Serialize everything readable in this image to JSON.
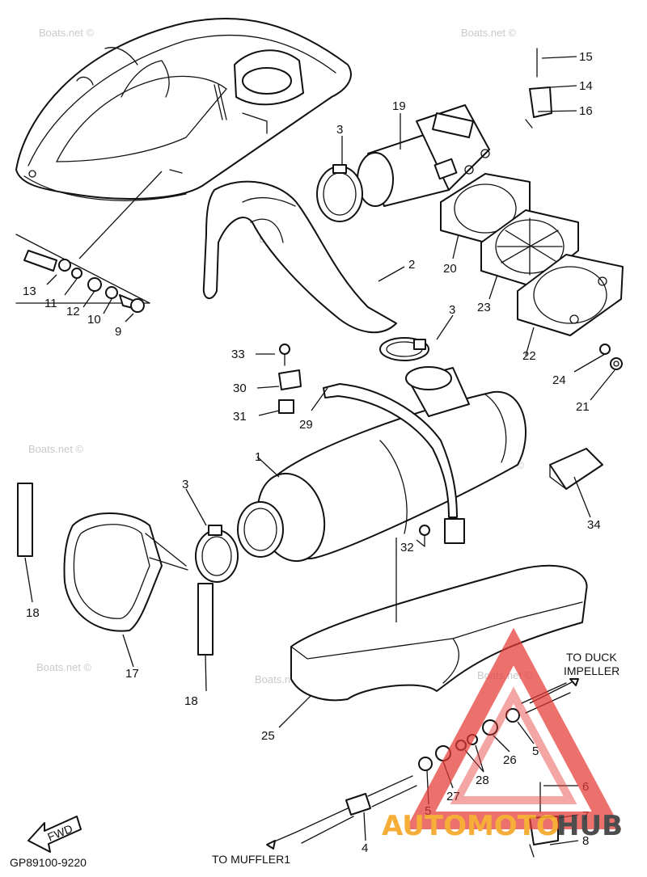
{
  "diagram_code": "GP89100-9220",
  "watermark_text": "Boats.net ©",
  "fwd_label": "FWD",
  "notes": {
    "to_duck_line1": "TO DUCK",
    "to_duck_line2": "IMPELLER",
    "to_muffler": "TO MUFFLER1"
  },
  "logo": {
    "text_a": "AUTOMOTO",
    "text_b": "HUB",
    "color_red": "#e53935",
    "color_orange": "#f5a623",
    "color_dark": "#3a3a3a"
  },
  "callouts": [
    "1",
    "2",
    "3",
    "3",
    "3",
    "4",
    "5",
    "5",
    "6",
    "7",
    "8",
    "9",
    "10",
    "11",
    "12",
    "13",
    "14",
    "15",
    "16",
    "17",
    "18",
    "18",
    "19",
    "20",
    "21",
    "22",
    "23",
    "24",
    "25",
    "26",
    "27",
    "28",
    "29",
    "30",
    "31",
    "32",
    "33",
    "34"
  ]
}
